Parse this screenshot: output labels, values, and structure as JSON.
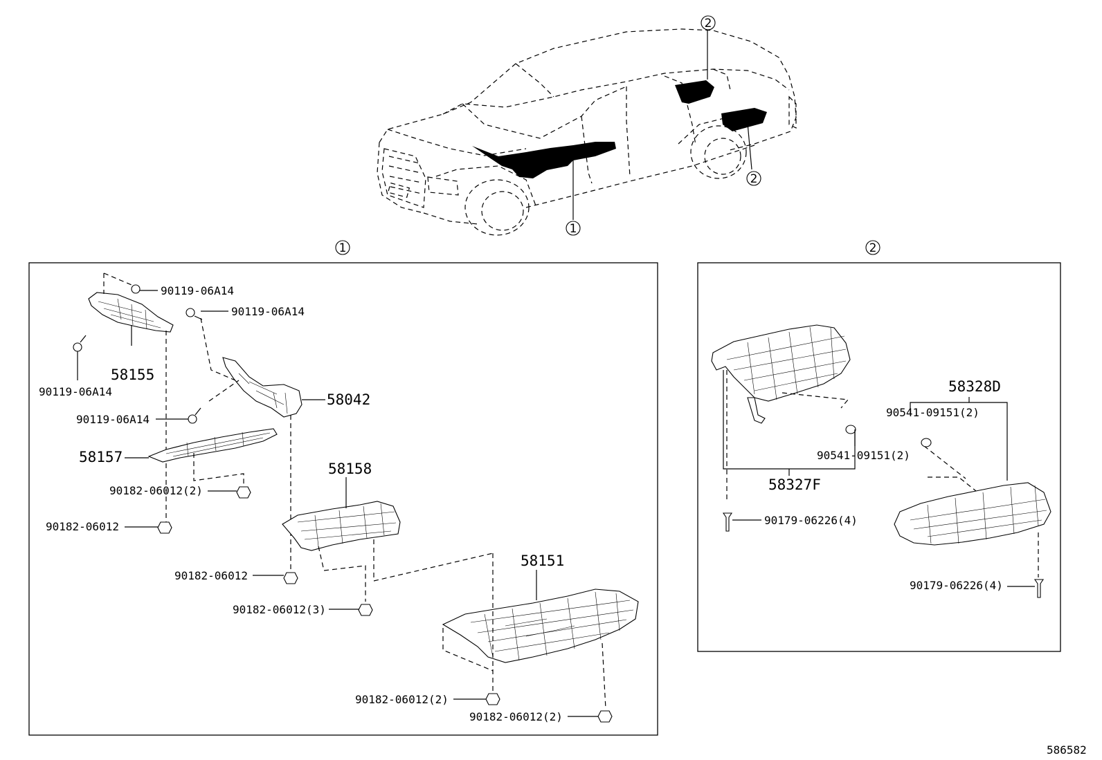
{
  "diagram_id": "586582",
  "callouts": {
    "one": "①",
    "two": "②"
  },
  "section_one": {
    "marker": "①",
    "labels": {
      "p58155": "58155",
      "p58042": "58042",
      "p58157": "58157",
      "p58158": "58158",
      "p58151": "58151",
      "bolt_a": "90119-06A14",
      "bolt_b": "90119-06A14",
      "bolt_c": "90119-06A14",
      "bolt_d": "90119-06A14",
      "nut_a": "90182-06012(2)",
      "nut_b": "90182-06012",
      "nut_c": "90182-06012",
      "nut_d": "90182-06012(3)",
      "nut_e": "90182-06012(2)",
      "nut_f": "90182-06012(2)"
    }
  },
  "section_two": {
    "marker": "②",
    "labels": {
      "p58328d": "58328D",
      "p58327f": "58327F",
      "clip_a": "90541-09151(2)",
      "clip_b": "90541-09151(2)",
      "rivet_a": "90179-06226(4)",
      "rivet_b": "90179-06226(4)"
    }
  }
}
